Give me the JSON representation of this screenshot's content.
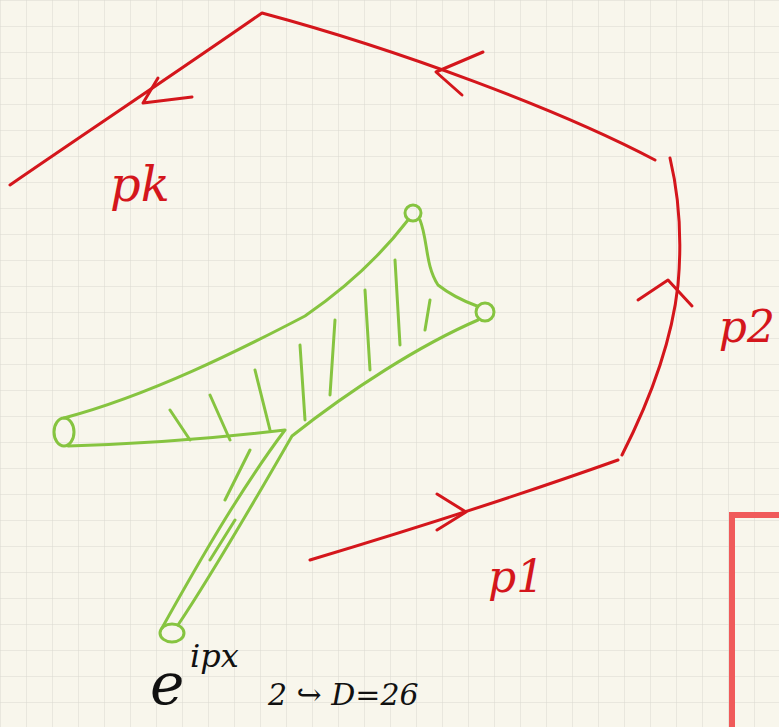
{
  "diagram": {
    "labels": [
      "pk",
      "p2",
      "p1",
      "e",
      "ipx",
      "2 ↪ D=26"
    ]
  }
}
